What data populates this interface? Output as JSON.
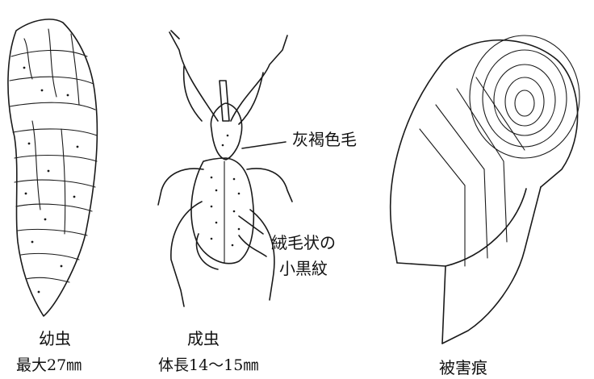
{
  "labels": {
    "larva_name": "幼虫",
    "larva_size": "最大27㎜",
    "adult_name": "成虫",
    "adult_size": "体長14〜15㎜",
    "damage_name": "被害痕",
    "note_hair": "灰褐色毛",
    "note_spots_line1": "絨毛状の",
    "note_spots_line2": "小黒紋"
  }
}
